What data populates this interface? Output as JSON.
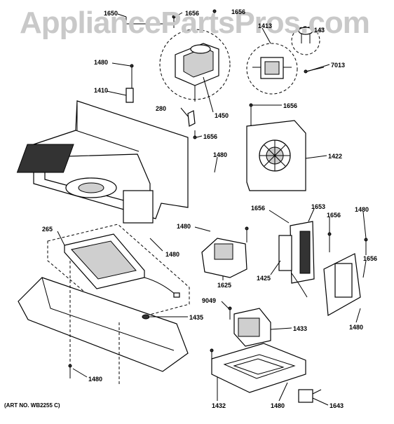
{
  "watermark": "AppliancePartsPros.com",
  "art_number": "(ART NO. WB2255 C)",
  "labels": {
    "l1650": "1650",
    "l1656a": "1656",
    "l1656b": "1656",
    "l1480a": "1480",
    "l1410": "1410",
    "l280": "280",
    "l1450": "1450",
    "l1656c": "1656",
    "l1480b": "1480",
    "l1480c": "1480",
    "l265": "265",
    "l1435": "1435",
    "l1480d": "1480",
    "l1413": "1413",
    "l143": "143",
    "l7013": "7013",
    "l1656d": "1656",
    "l1422": "1422",
    "l1656e": "1656",
    "l1653": "1653",
    "l1480e": "1480",
    "l1656f": "1656",
    "l1656g": "1656",
    "l1480f": "1480",
    "l1625": "1625",
    "l1425": "1425",
    "l9049": "9049",
    "l1433": "1433",
    "l1480g": "1480",
    "l1432": "1432",
    "l1480h": "1480",
    "l1643": "1643"
  }
}
